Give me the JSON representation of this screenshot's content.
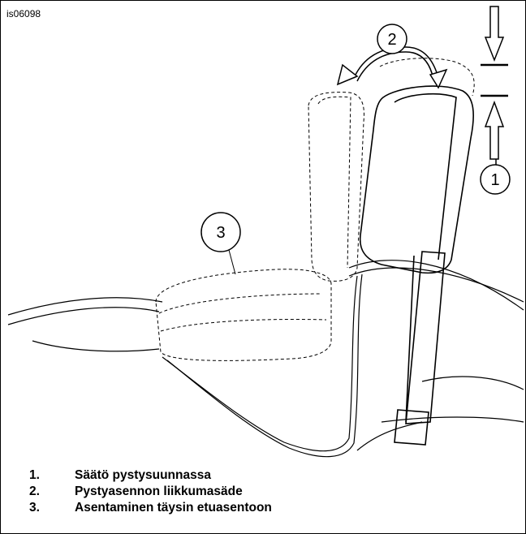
{
  "figure_id": "is06098",
  "callouts": [
    {
      "number": "1"
    },
    {
      "number": "2"
    },
    {
      "number": "3"
    }
  ],
  "legend": [
    {
      "number": "1.",
      "text": "Säätö pystysuunnassa"
    },
    {
      "number": "2.",
      "text": "Pystyasennon liikkumasäde"
    },
    {
      "number": "3.",
      "text": "Asentaminen täysin etuasentoon"
    }
  ]
}
